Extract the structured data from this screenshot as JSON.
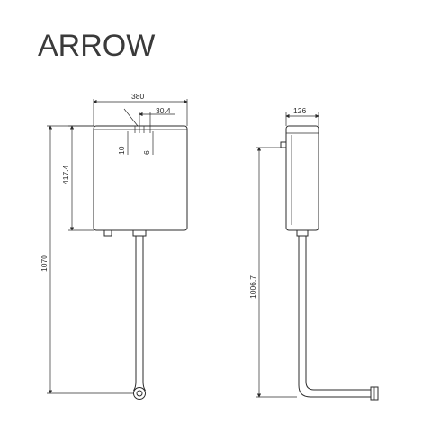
{
  "brand": "ARROW",
  "front_view": {
    "width": "380",
    "offset": "30.4",
    "outlet_a": "10",
    "outlet_b": "6",
    "tank_height": "417.4",
    "total_height": "1070"
  },
  "side_view": {
    "depth": "126",
    "total_height": "1006.7"
  }
}
